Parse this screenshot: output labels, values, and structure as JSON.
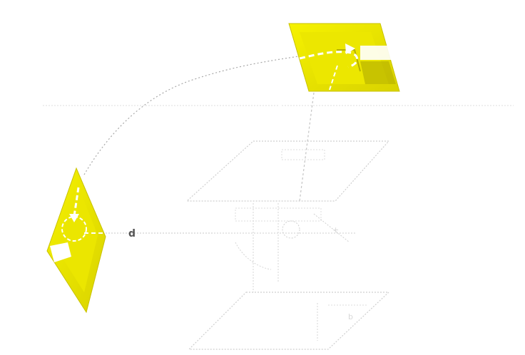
{
  "diagram": {
    "colors": {
      "panel_fill": "#f2ee00",
      "panel_edge": "#c9c200",
      "panel_shadow": "#8f8a00",
      "line": "#9a9a9a",
      "faint_line": "#d2d2d2",
      "background": "#ffffff"
    },
    "labels": {
      "left_marker": "d",
      "right_marker_small": "b",
      "mid_marker": "+"
    },
    "elements": [
      "top-right-yellow-panel",
      "left-yellow-panel",
      "upper-plane",
      "lower-plane",
      "central-mechanism",
      "curved-dotted-path",
      "rotation-arrow"
    ]
  }
}
